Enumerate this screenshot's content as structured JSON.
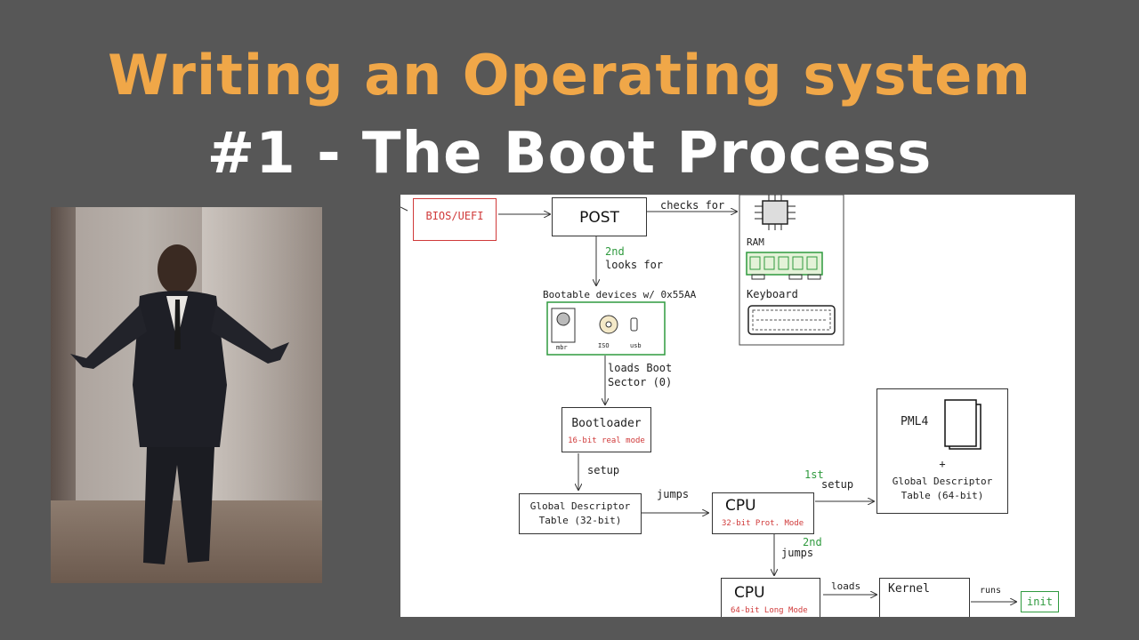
{
  "title": {
    "line1": "Writing an Operating system",
    "line2": "#1 - The Boot Process"
  },
  "colors": {
    "background": "#575757",
    "title_accent": "#f0a748",
    "title_secondary": "#ffffff",
    "diagram_red": "#d03a3a",
    "diagram_green": "#2f9a3e"
  },
  "diagram": {
    "bios": "BIOS/UEFI",
    "post": "POST",
    "checks_for": "checks for",
    "ram": "RAM",
    "keyboard": "Keyboard",
    "step_2nd_a": "2nd",
    "looks_for": "looks for",
    "bootable_devices": "Bootable devices w/ 0x55AA",
    "dev_mbr": "mbr",
    "dev_iso": "ISO",
    "dev_usb": "usb",
    "loads_boot_1": "loads Boot",
    "loads_boot_2": "Sector (0)",
    "bootloader": "Bootloader",
    "bootloader_mode": "16-bit real mode",
    "setup": "setup",
    "gdt32_1": "Global Descriptor",
    "gdt32_2": "Table (32-bit)",
    "jumps": "jumps",
    "cpu32": "CPU",
    "cpu32_mode": "32-bit Prot. Mode",
    "step_1st": "1st",
    "setup2": "setup",
    "pml4": "PML4",
    "plus": "+",
    "gdt64_1": "Global Descriptor",
    "gdt64_2": "Table (64-bit)",
    "step_2nd_b": "2nd",
    "jumps2": "jumps",
    "cpu64": "CPU",
    "cpu64_mode": "64-bit Long Mode",
    "loads": "loads",
    "kernel": "Kernel",
    "runs": "runs",
    "init": "init"
  }
}
